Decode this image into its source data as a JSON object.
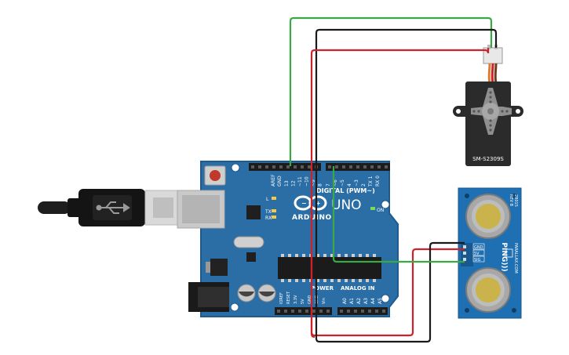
{
  "board": {
    "logo_text": "ARDUINO",
    "model": "UNO",
    "digital_header": "DIGITAL (PWM~)",
    "analog_header": "ANALOG IN",
    "power_header": "POWER",
    "led_l": "L",
    "led_tx": "TX",
    "led_rx": "RX",
    "led_on": "ON",
    "aref": "AREF",
    "gnd": "GND",
    "digital_pins": [
      "13",
      "12",
      "~11",
      "~10",
      "~9",
      "8",
      "7",
      "~6",
      "~5",
      "4",
      "~3",
      "2",
      "TX 1",
      "RX 0"
    ],
    "analog_pins": [
      "A0",
      "A1",
      "A2",
      "A3",
      "A4",
      "A5"
    ],
    "power_pins": [
      "IOREF",
      "RESET",
      "3.3V",
      "5V",
      "GND",
      "GND",
      "Vin"
    ]
  },
  "servo": {
    "label": "SM-S2309S"
  },
  "sensor": {
    "label": "PING)))",
    "brand": "PARALLAX.COM",
    "model_code": "28015",
    "rev": "REV B",
    "pins": [
      "GND",
      "5V",
      "SIG"
    ]
  },
  "colors": {
    "board": "#2b6ea6",
    "board_edge": "#1f5b8e",
    "sensor": "#1f6fb3",
    "wire_green": "#3aa845",
    "wire_red": "#cc2229",
    "wire_black": "#1a1a1a",
    "servo_body": "#2b2b2b",
    "servo_horn": "#8f8f8f"
  }
}
